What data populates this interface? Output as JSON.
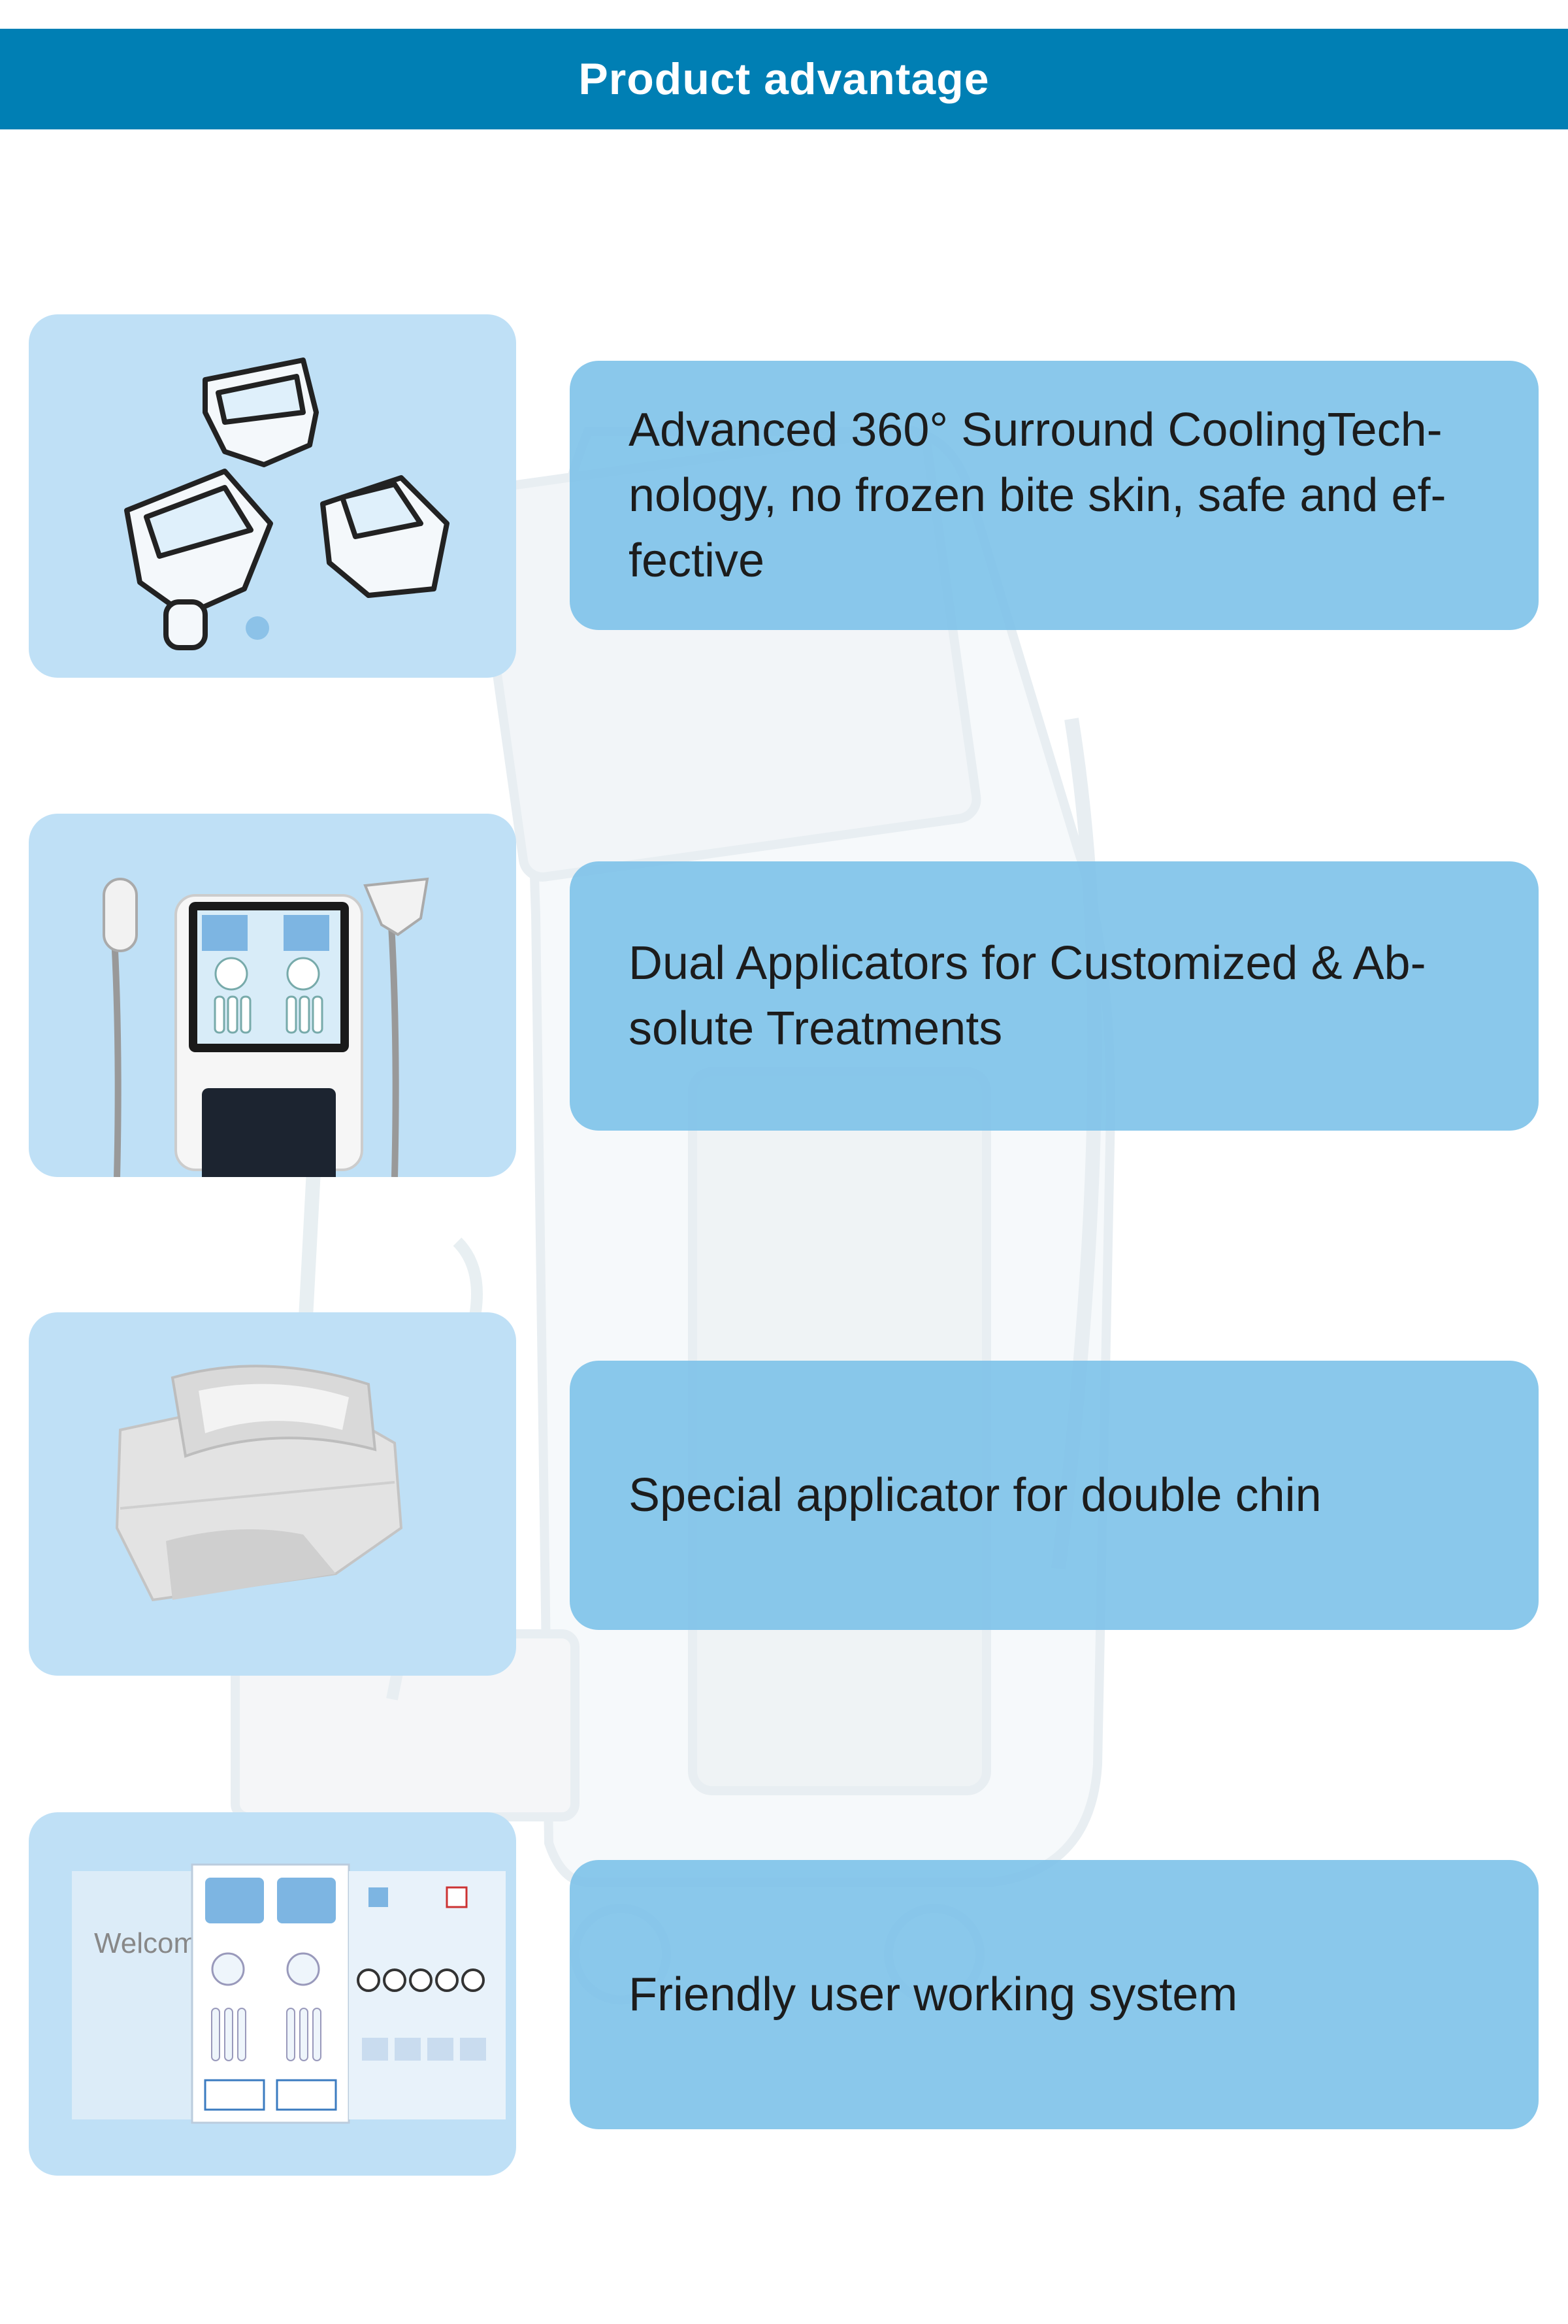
{
  "header": {
    "title": "Product advantage",
    "color": "#007fb4"
  },
  "colors": {
    "card": "#7ac0e8",
    "thumb": "#bfe0f6",
    "text": "#1c1c1c"
  },
  "features": [
    {
      "text": "Advanced 360° Surround CoolingTech-\nnology, no frozen bite skin, safe and ef-\nfective",
      "image": "cooling-handpieces-image"
    },
    {
      "text": "Dual Applicators for Customized & Ab-\nsolute Treatments",
      "image": "dual-applicator-machine-image"
    },
    {
      "text": "Special applicator for double chin",
      "image": "double-chin-applicator-image"
    },
    {
      "text": "Friendly user working system",
      "image": "software-interface-image",
      "screen_text": "Welcome"
    }
  ]
}
